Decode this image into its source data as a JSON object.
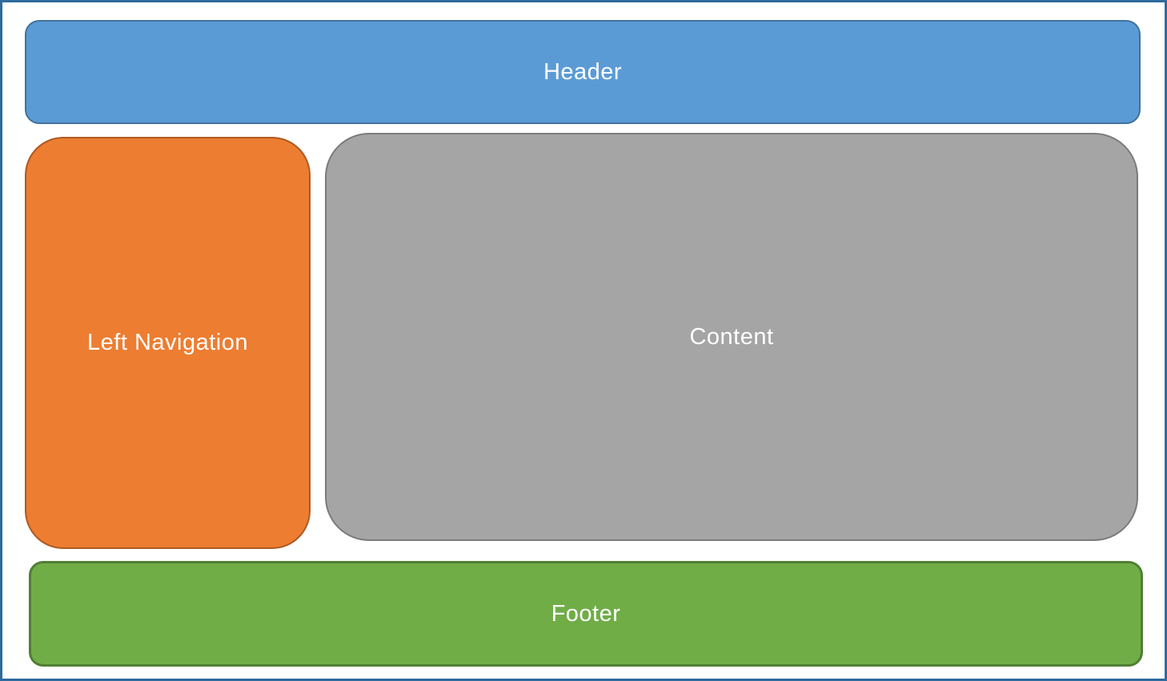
{
  "page": {
    "background": "#FFFFFF",
    "border_color": "#2E6A9E"
  },
  "diagram": {
    "header": {
      "label": "Header",
      "fill": "#5B9BD5",
      "border": "#41719C",
      "text_color": "#FFFFFF"
    },
    "left_nav": {
      "label": "Left Navigation",
      "fill": "#ED7D31",
      "border": "#AE5A21",
      "text_color": "#FFFFFF"
    },
    "content": {
      "label": "Content",
      "fill": "#A5A5A5",
      "border": "#7B7B7B",
      "text_color": "#FFFFFF"
    },
    "footer": {
      "label": "Footer",
      "fill": "#70AD47",
      "border": "#507E32",
      "text_color": "#FFFFFF"
    }
  }
}
